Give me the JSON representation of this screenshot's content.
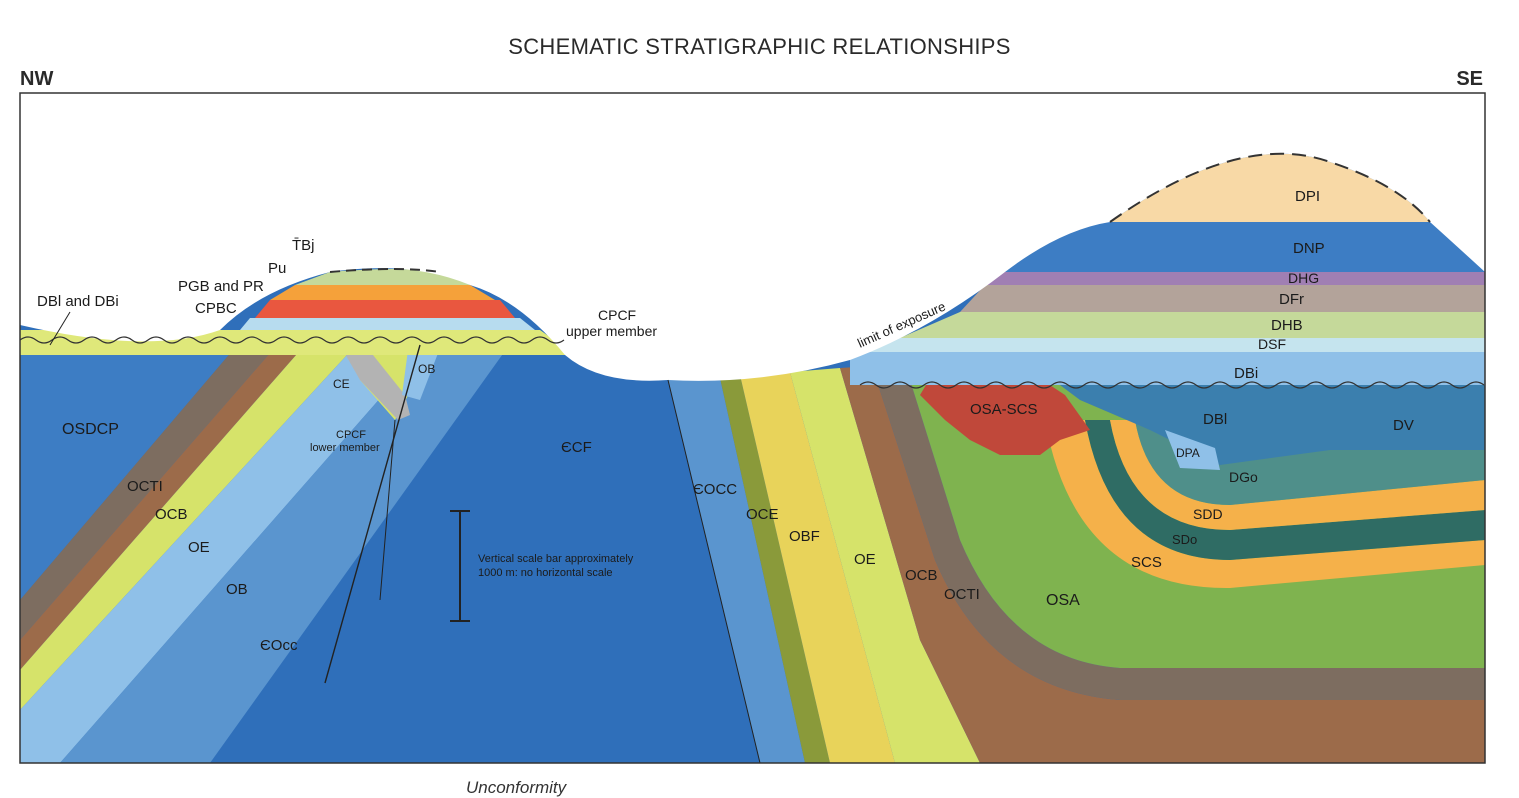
{
  "title": "SCHEMATIC STRATIGRAPHIC RELATIONSHIPS",
  "directions": {
    "left": "NW",
    "right": "SE"
  },
  "footer_text": "Unconformity",
  "scale_bar_text": [
    "Vertical scale bar approximately",
    "1000 m: no horizontal scale"
  ],
  "colors": {
    "sky": "#ffffff",
    "frame": "#333333",
    "ecf": "#2f6fba",
    "deep_blue": "#3d7dc4",
    "light_blue": "#8fc0e8",
    "pale_blue": "#b7dcef",
    "yellow_green": "#d6e36a",
    "olive": "#8a9a3a",
    "brown": "#9c6b4a",
    "gray_brown": "#7d6d60",
    "orange": "#f5b14a",
    "yellow": "#f2d64a",
    "green": "#7fb34f",
    "dark_teal": "#2f6c64",
    "red_brown": "#c0483a",
    "peach": "#f8d9a6",
    "purple": "#a07fb3",
    "taupe": "#b3a39a",
    "salmon": "#e96b4a",
    "red": "#d8473a",
    "light_green": "#c5d99a"
  },
  "labels": {
    "dbi_and_dbi": "DBl and DBi",
    "tbj": "T̄Bj",
    "pu": "Pu",
    "pgb_pr": "PGB and PR",
    "cpbc": "CPBC",
    "cpcf_upper_1": "CPCF",
    "cpcf_upper_2": "upper member",
    "osdcp": "OSDCP",
    "ce_left": "CE",
    "ob_top": "OB",
    "cpcf_lower_1": "CPCF",
    "cpcf_lower_2": "lower member",
    "ecf": "ЄCF",
    "octi_left": "OCTI",
    "ocb_left": "OCB",
    "oe_left": "OE",
    "ob_left": "OB",
    "eocc_left": "ЄOcc",
    "eocc_right": "ЄOCC",
    "oce": "OCE",
    "obf": "OBF",
    "oe_right": "OE",
    "ocb_right": "OCB",
    "octi_right": "OCTI",
    "osa": "OSA",
    "osa_scs": "OSA-SCS",
    "limit": "limit of exposure",
    "dpi": "DPI",
    "dnp": "DNP",
    "dhg": "DHG",
    "dfr": "DFr",
    "dhb": "DHB",
    "dsf": "DSF",
    "dbi_right": "DBi",
    "dbl_right": "DBl",
    "dv": "DV",
    "dpa": "DPA",
    "dgo": "DGo",
    "sdd": "SDD",
    "sdo": "SDo",
    "scs": "SCS"
  }
}
